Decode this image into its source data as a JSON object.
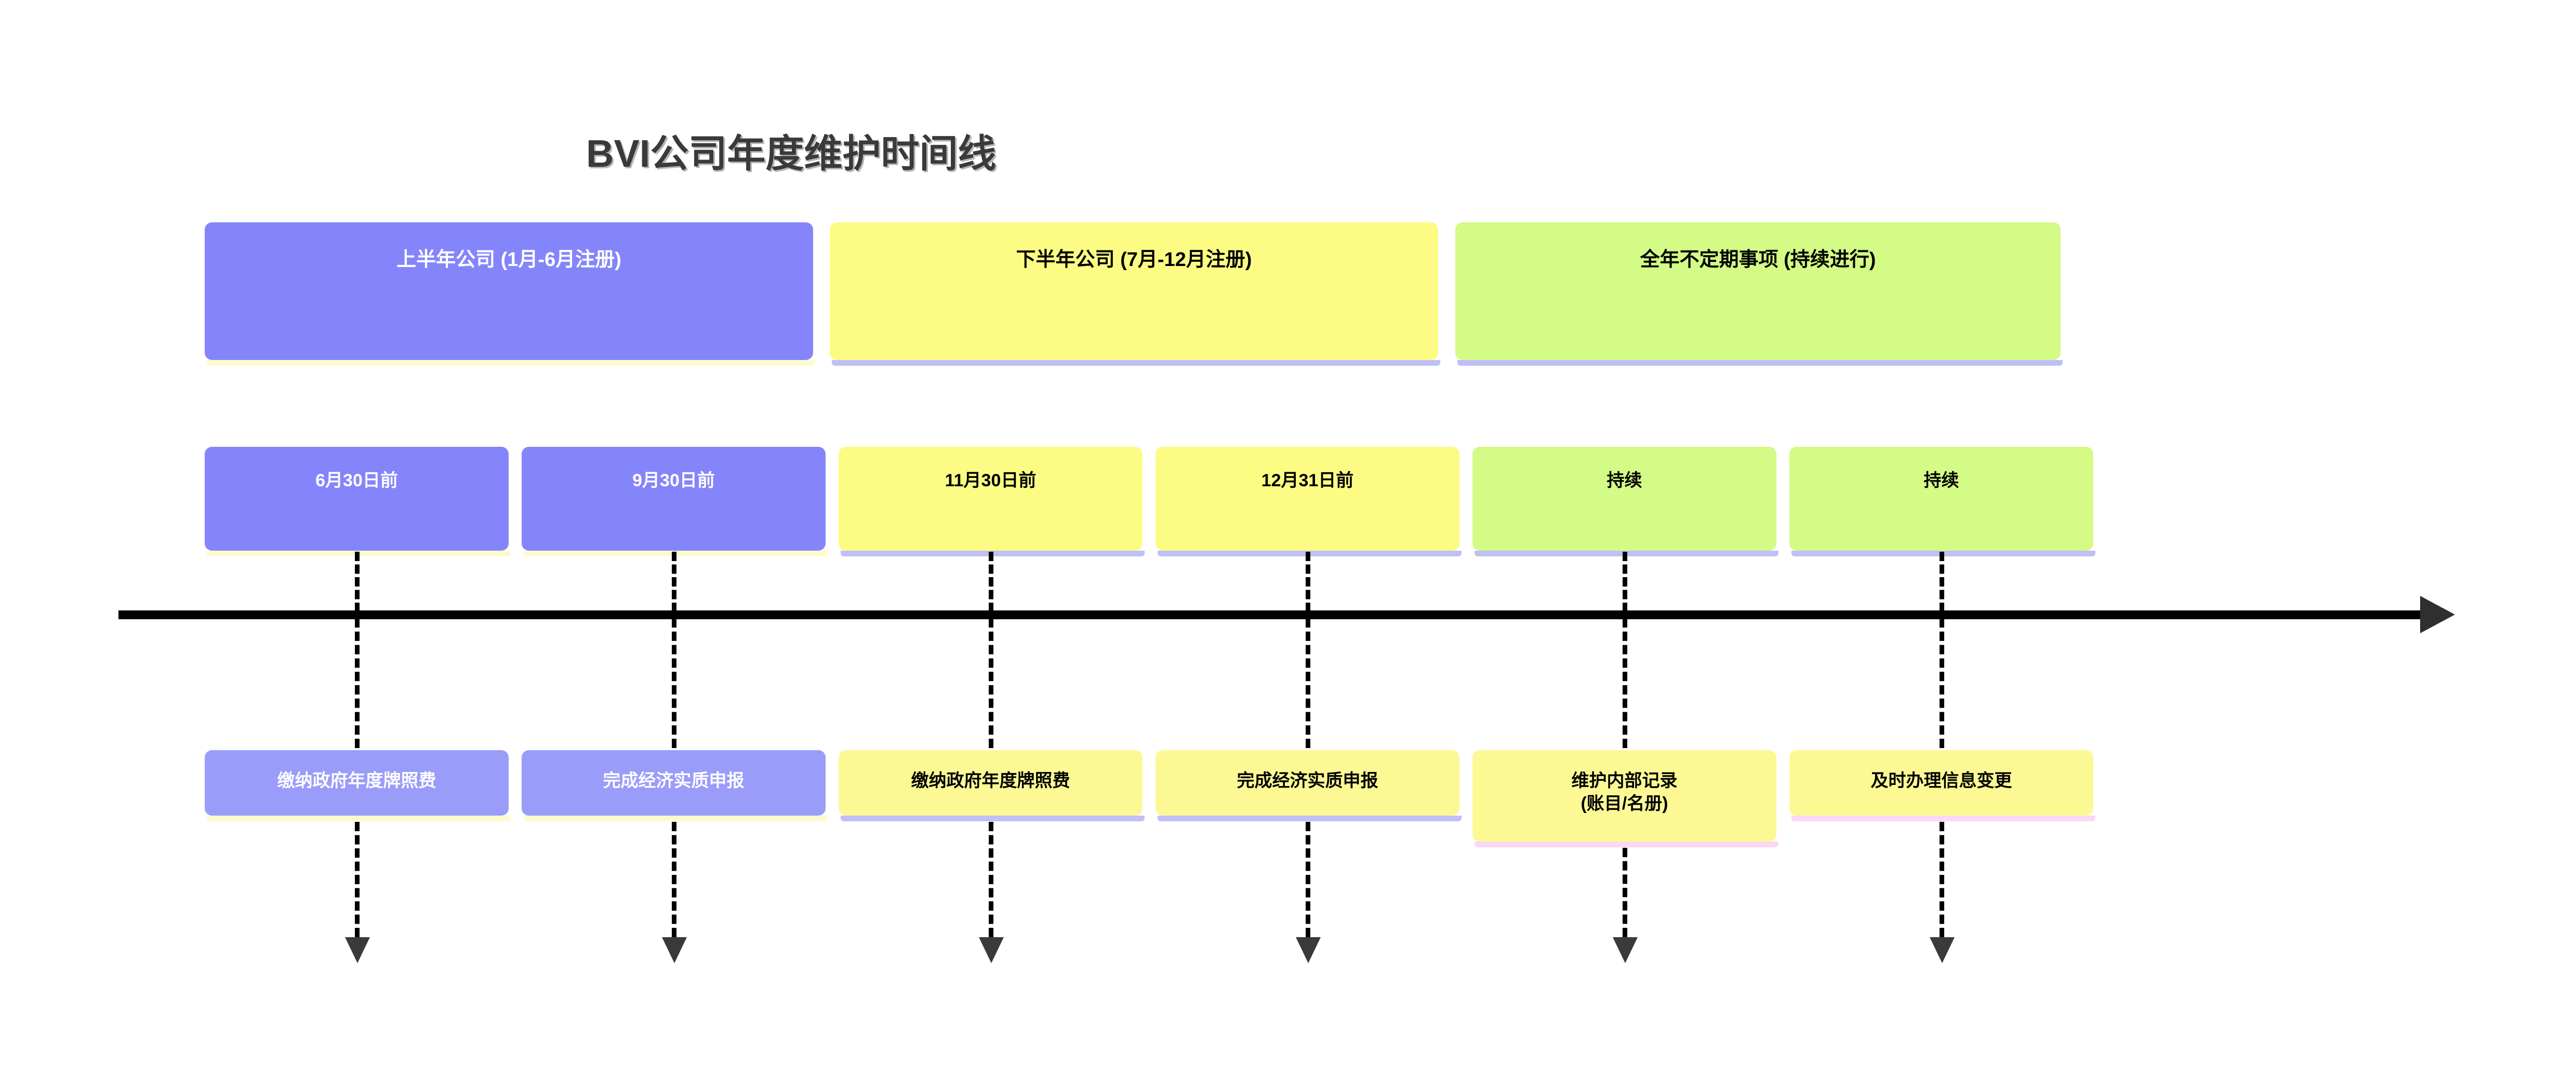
{
  "title": "BVI公司年度维护时间线",
  "theme": {
    "background": "#ffffff",
    "axis_color": "#000000",
    "arrow_color": "#2f2f2f",
    "purple": "#8585fb",
    "purple_light": "#9a9cfa",
    "yellow": "#fcfb84",
    "yellow_light": "#fcf995",
    "green": "#d3fb85",
    "shadow_cream": "#fdfbcd",
    "shadow_purple": "#c0c0f6",
    "shadow_pink": "#f9d8f4",
    "title_color": "#3a3a3a"
  },
  "categories": [
    {
      "label": "上半年公司 (1月-6月注册)",
      "color": "purple",
      "text_color": "#ffffff",
      "shadow": "cream"
    },
    {
      "label": "下半年公司 (7月-12月注册)",
      "color": "yellow",
      "text_color": "#000000",
      "shadow": "purple"
    },
    {
      "label": "全年不定期事项 (持续进行)",
      "color": "green",
      "text_color": "#000000",
      "shadow": "purple"
    }
  ],
  "milestones": [
    {
      "date": "6月30日前",
      "task": "缴纳政府年度牌照费",
      "color": "purple",
      "shadow": "cream"
    },
    {
      "date": "9月30日前",
      "task": "完成经济实质申报",
      "color": "purple",
      "shadow": "cream"
    },
    {
      "date": "11月30日前",
      "task": "缴纳政府年度牌照费",
      "color": "yellow",
      "shadow": "purple"
    },
    {
      "date": "12月31日前",
      "task": "完成经济实质申报",
      "color": "yellow",
      "shadow": "purple"
    },
    {
      "date": "持续",
      "task": "维护内部记录\n(账目/名册)",
      "color": "green",
      "shadow": "purple"
    },
    {
      "date": "持续",
      "task": "及时办理信息变更",
      "color": "green",
      "shadow": "pink"
    }
  ]
}
